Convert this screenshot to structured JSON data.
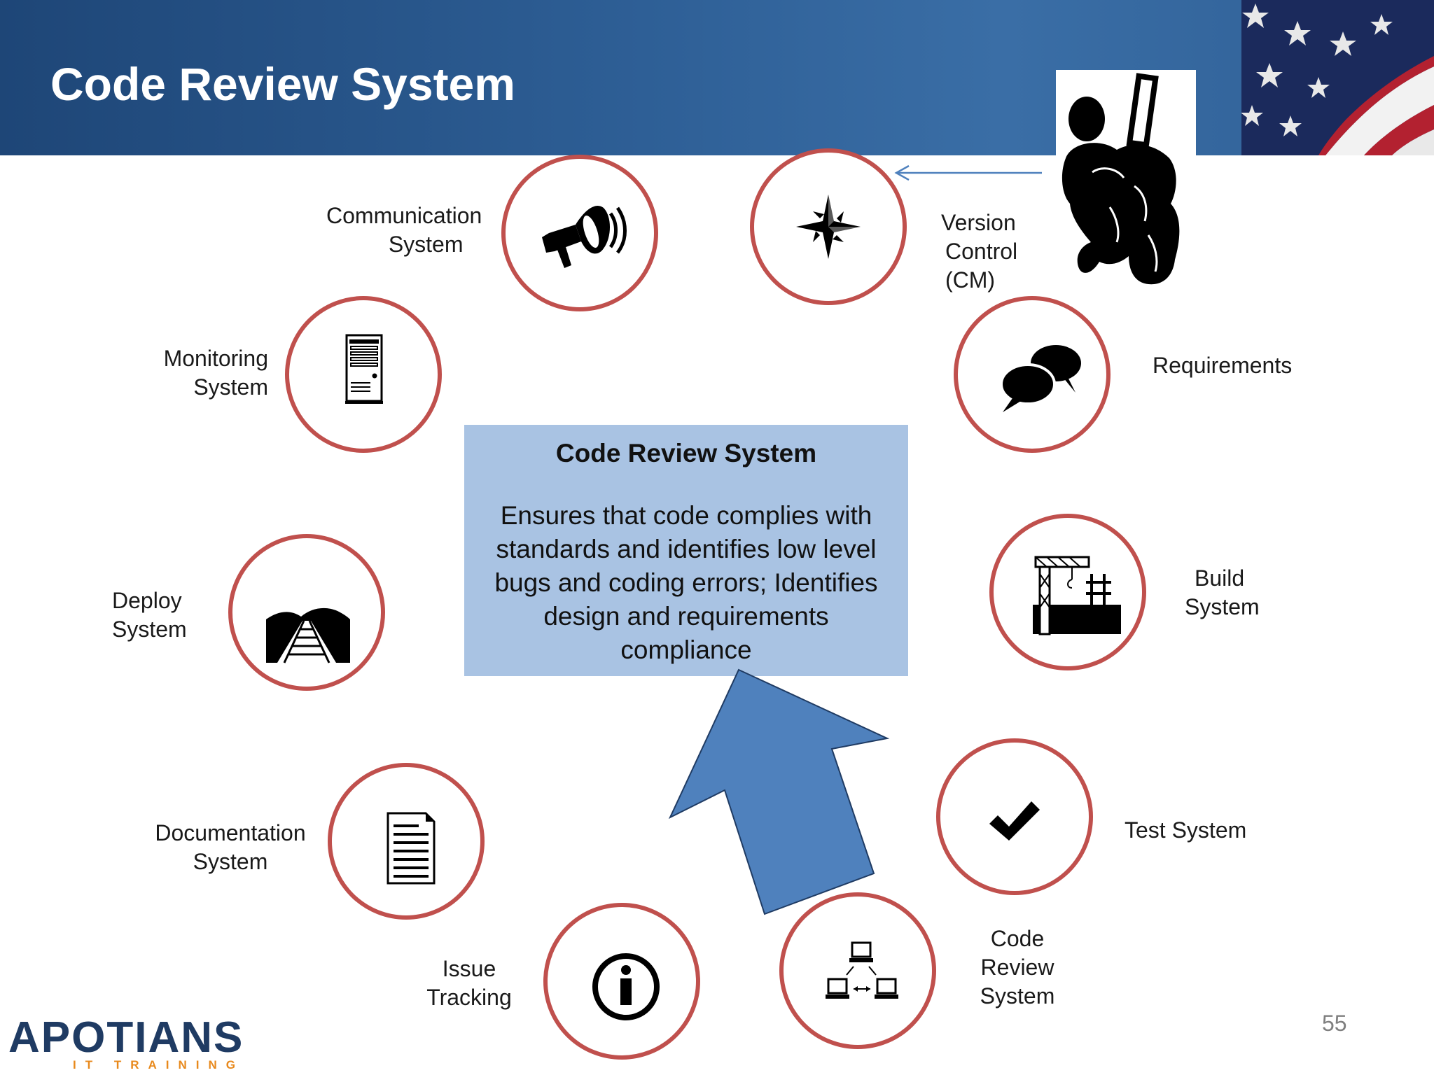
{
  "slide": {
    "title": "Code Review System",
    "page_number": "55"
  },
  "center_box": {
    "title": "Code Review System",
    "body": "Ensures that code complies with standards and identifies low level bugs and coding errors; Identifies design and requirements compliance"
  },
  "nodes": [
    {
      "id": "communication",
      "label_lines": [
        "Communication",
        "System"
      ],
      "icon": "megaphone-icon"
    },
    {
      "id": "version-control",
      "label_lines": [
        "Version",
        "Control",
        "(CM)"
      ],
      "icon": "compass-star-icon"
    },
    {
      "id": "monitoring",
      "label_lines": [
        "Monitoring",
        "System"
      ],
      "icon": "server-tower-icon"
    },
    {
      "id": "requirements",
      "label_lines": [
        "Requirements"
      ],
      "icon": "speech-bubbles-icon"
    },
    {
      "id": "deploy",
      "label_lines": [
        "Deploy",
        "System"
      ],
      "icon": "railroad-track-icon"
    },
    {
      "id": "build",
      "label_lines": [
        "Build",
        "System"
      ],
      "icon": "construction-crane-icon"
    },
    {
      "id": "documentation",
      "label_lines": [
        "Documentation",
        "System"
      ],
      "icon": "document-icon"
    },
    {
      "id": "test",
      "label_lines": [
        "Test System"
      ],
      "icon": "checkmark-icon"
    },
    {
      "id": "issue-tracking",
      "label_lines": [
        "Issue",
        "Tracking"
      ],
      "icon": "info-icon"
    },
    {
      "id": "code-review",
      "label_lines": [
        "Code",
        "Review",
        "System"
      ],
      "icon": "network-computers-icon"
    }
  ],
  "logo": {
    "name": "APOTIANS",
    "tagline": "IT TRAINING"
  },
  "colors": {
    "ring": "#c0504d",
    "center_box": "#a9c3e3",
    "arrow": "#4f81bd",
    "header": "#2e5f96"
  }
}
